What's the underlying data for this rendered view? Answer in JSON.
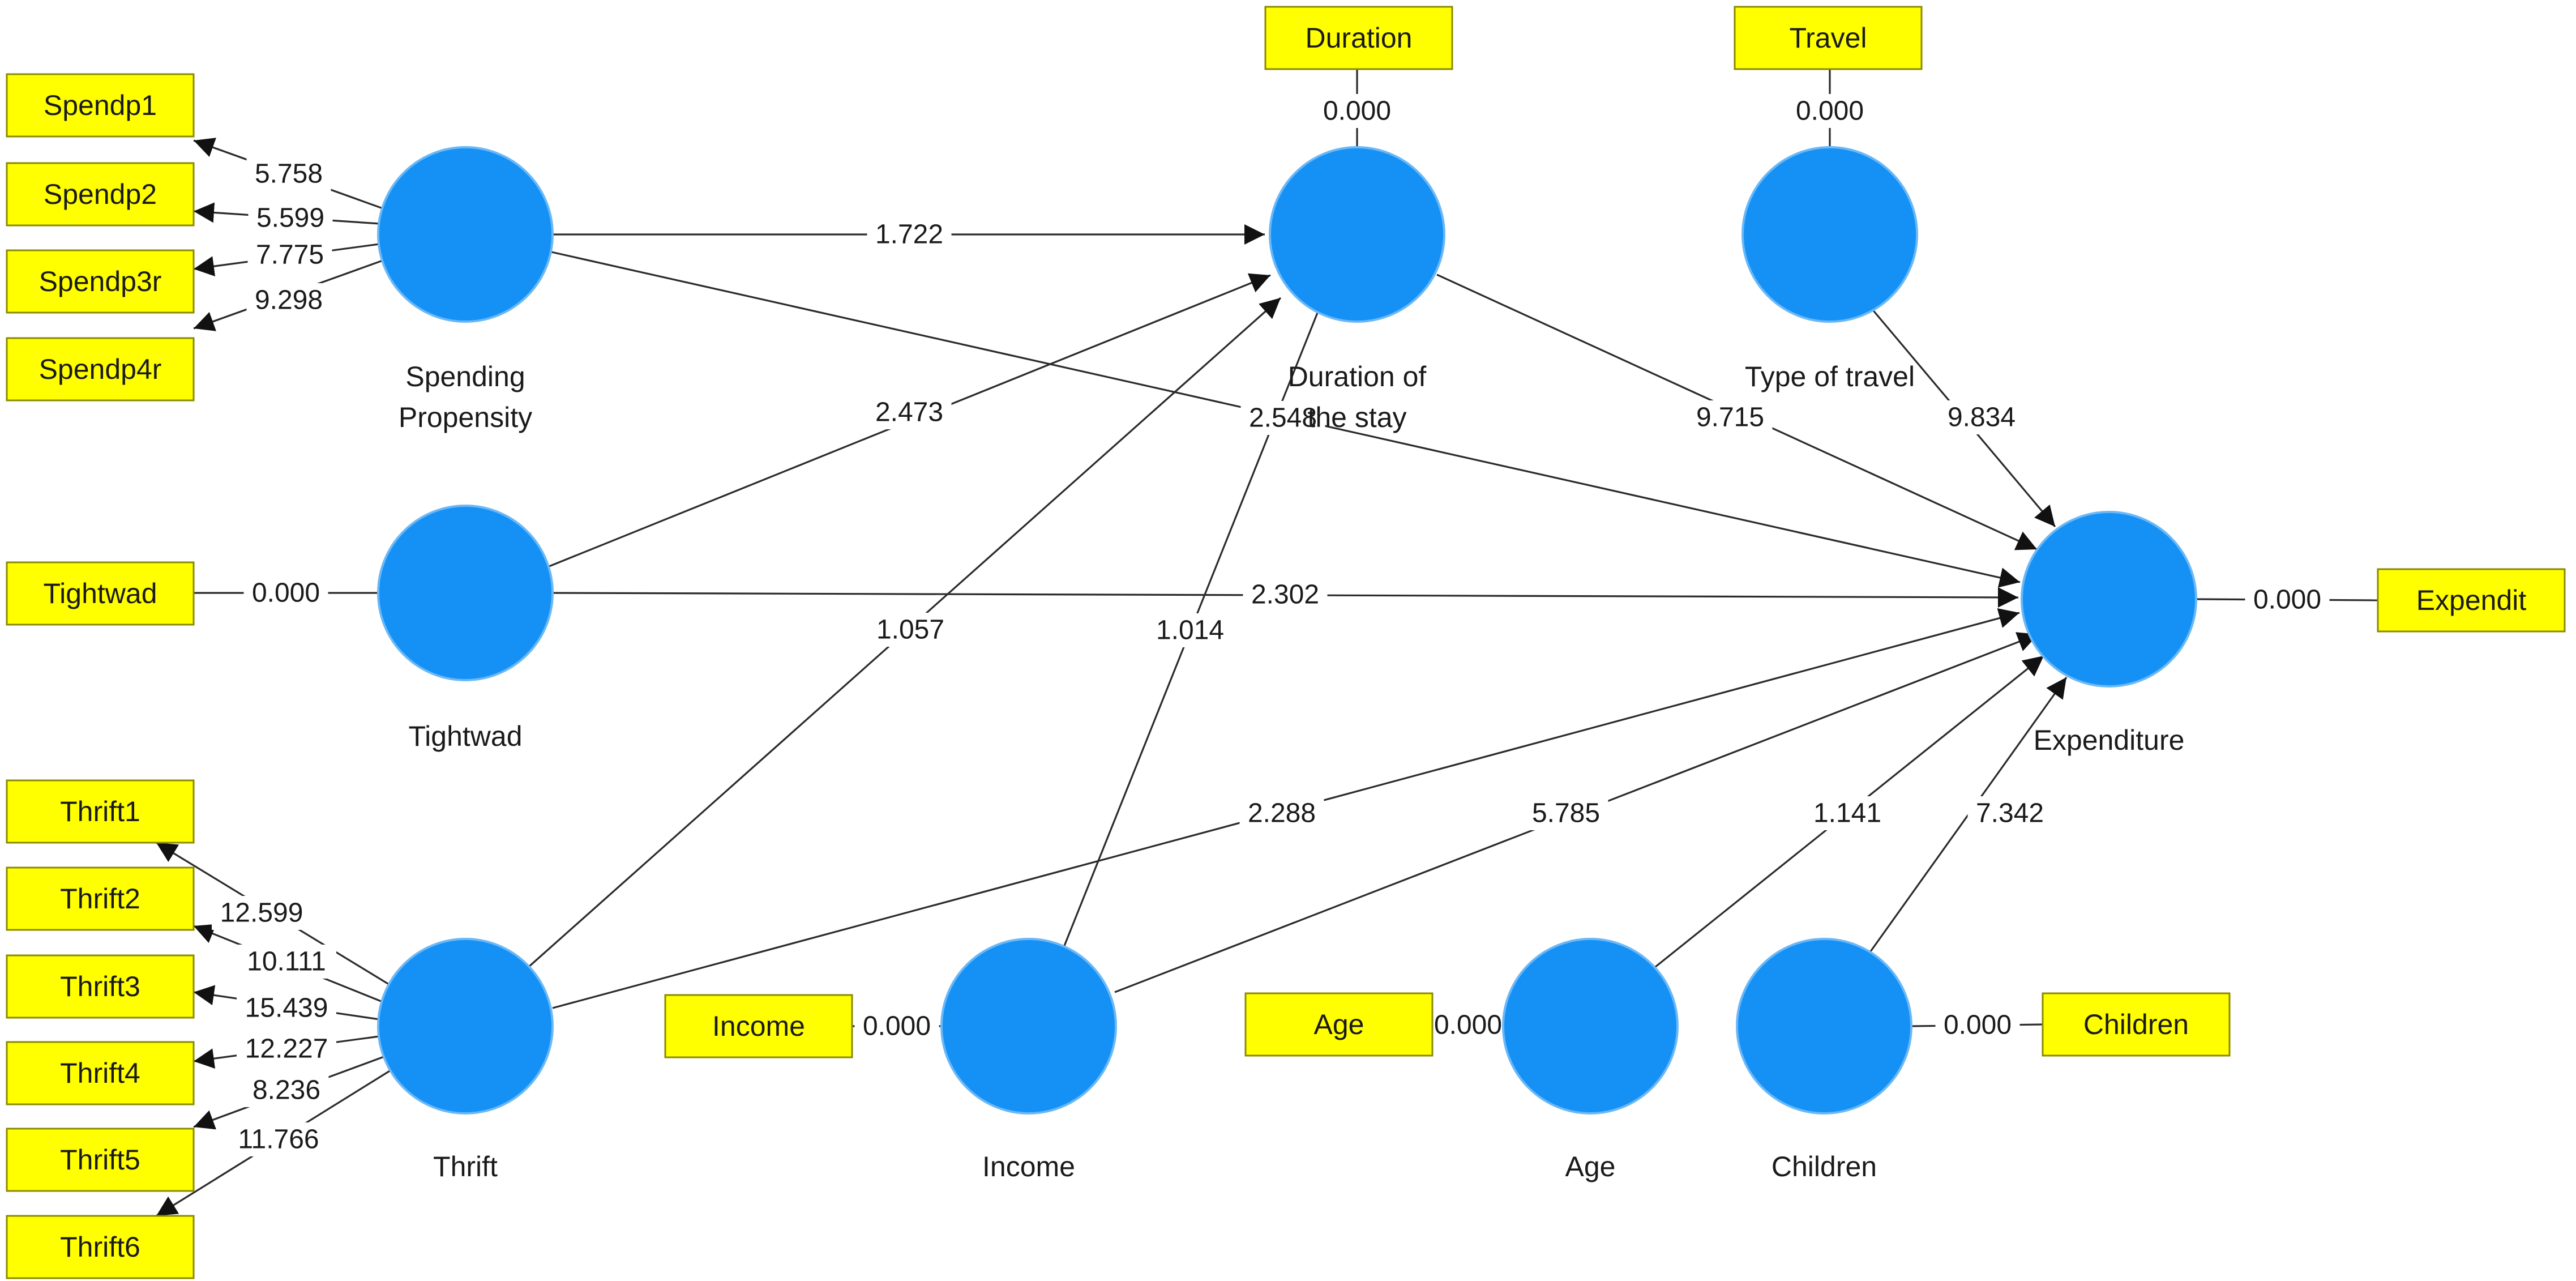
{
  "diagram": {
    "constructs": [
      {
        "id": "spend",
        "lines": [
          "Spending",
          "Propensity"
        ]
      },
      {
        "id": "tight",
        "lines": [
          "Tightwad"
        ]
      },
      {
        "id": "thrift",
        "lines": [
          "Thrift"
        ]
      },
      {
        "id": "income",
        "lines": [
          "Income"
        ]
      },
      {
        "id": "age",
        "lines": [
          "Age"
        ]
      },
      {
        "id": "children",
        "lines": [
          "Children"
        ]
      },
      {
        "id": "duration",
        "lines": [
          "Duration of",
          "the stay"
        ]
      },
      {
        "id": "travel",
        "lines": [
          "Type of travel"
        ]
      },
      {
        "id": "expend",
        "lines": [
          "Expenditure"
        ]
      }
    ],
    "indicators": [
      {
        "id": "spendp1",
        "text": "Spendp1"
      },
      {
        "id": "spendp2",
        "text": "Spendp2"
      },
      {
        "id": "spendp3r",
        "text": "Spendp3r"
      },
      {
        "id": "spendp4r",
        "text": "Spendp4r"
      },
      {
        "id": "tightwad-ind",
        "text": "Tightwad"
      },
      {
        "id": "thrift1",
        "text": "Thrift1"
      },
      {
        "id": "thrift2",
        "text": "Thrift2"
      },
      {
        "id": "thrift3",
        "text": "Thrift3"
      },
      {
        "id": "thrift4",
        "text": "Thrift4"
      },
      {
        "id": "thrift5",
        "text": "Thrift5"
      },
      {
        "id": "thrift6",
        "text": "Thrift6"
      },
      {
        "id": "income-ind",
        "text": "Income"
      },
      {
        "id": "age-ind",
        "text": "Age"
      },
      {
        "id": "children-ind",
        "text": "Children"
      },
      {
        "id": "duration-ind",
        "text": "Duration"
      },
      {
        "id": "travel-ind",
        "text": "Travel"
      },
      {
        "id": "expend-ind",
        "text": "Expendit"
      }
    ],
    "loadings": [
      {
        "id": "l-spendp1",
        "text": "5.758"
      },
      {
        "id": "l-spendp2",
        "text": "5.599"
      },
      {
        "id": "l-spendp3r",
        "text": "7.775"
      },
      {
        "id": "l-spendp4r",
        "text": "9.298"
      },
      {
        "id": "l-tightwad",
        "text": "0.000"
      },
      {
        "id": "l-thrift1",
        "text": "12.599"
      },
      {
        "id": "l-thrift2",
        "text": "10.111"
      },
      {
        "id": "l-thrift3",
        "text": "15.439"
      },
      {
        "id": "l-thrift4",
        "text": "12.227"
      },
      {
        "id": "l-thrift5",
        "text": "8.236"
      },
      {
        "id": "l-thrift6",
        "text": "11.766"
      },
      {
        "id": "l-income",
        "text": "0.000"
      },
      {
        "id": "l-age",
        "text": "0.000"
      },
      {
        "id": "l-children",
        "text": "0.000"
      },
      {
        "id": "l-duration",
        "text": "0.000"
      },
      {
        "id": "l-travel",
        "text": "0.000"
      },
      {
        "id": "l-expend",
        "text": "0.000"
      }
    ],
    "paths": [
      {
        "id": "spend-duration",
        "text": "1.722"
      },
      {
        "id": "spend-expend",
        "text": "2.548"
      },
      {
        "id": "tight-duration",
        "text": "2.473"
      },
      {
        "id": "tight-expend",
        "text": "2.302"
      },
      {
        "id": "thrift-duration",
        "text": "1.057"
      },
      {
        "id": "thrift-expend",
        "text": "2.288"
      },
      {
        "id": "income-duration",
        "text": "1.014"
      },
      {
        "id": "income-expend",
        "text": "5.785"
      },
      {
        "id": "age-expend",
        "text": "1.141"
      },
      {
        "id": "children-expend",
        "text": "7.342"
      },
      {
        "id": "duration-expend",
        "text": "9.715"
      },
      {
        "id": "travel-expend",
        "text": "9.834"
      }
    ],
    "colors": {
      "construct_fill": "#1591f5",
      "construct_stroke": "#6bb8f7",
      "indicator_fill": "#ffff00",
      "indicator_stroke": "#8a8a00",
      "edge": "#2b2b2b"
    }
  }
}
